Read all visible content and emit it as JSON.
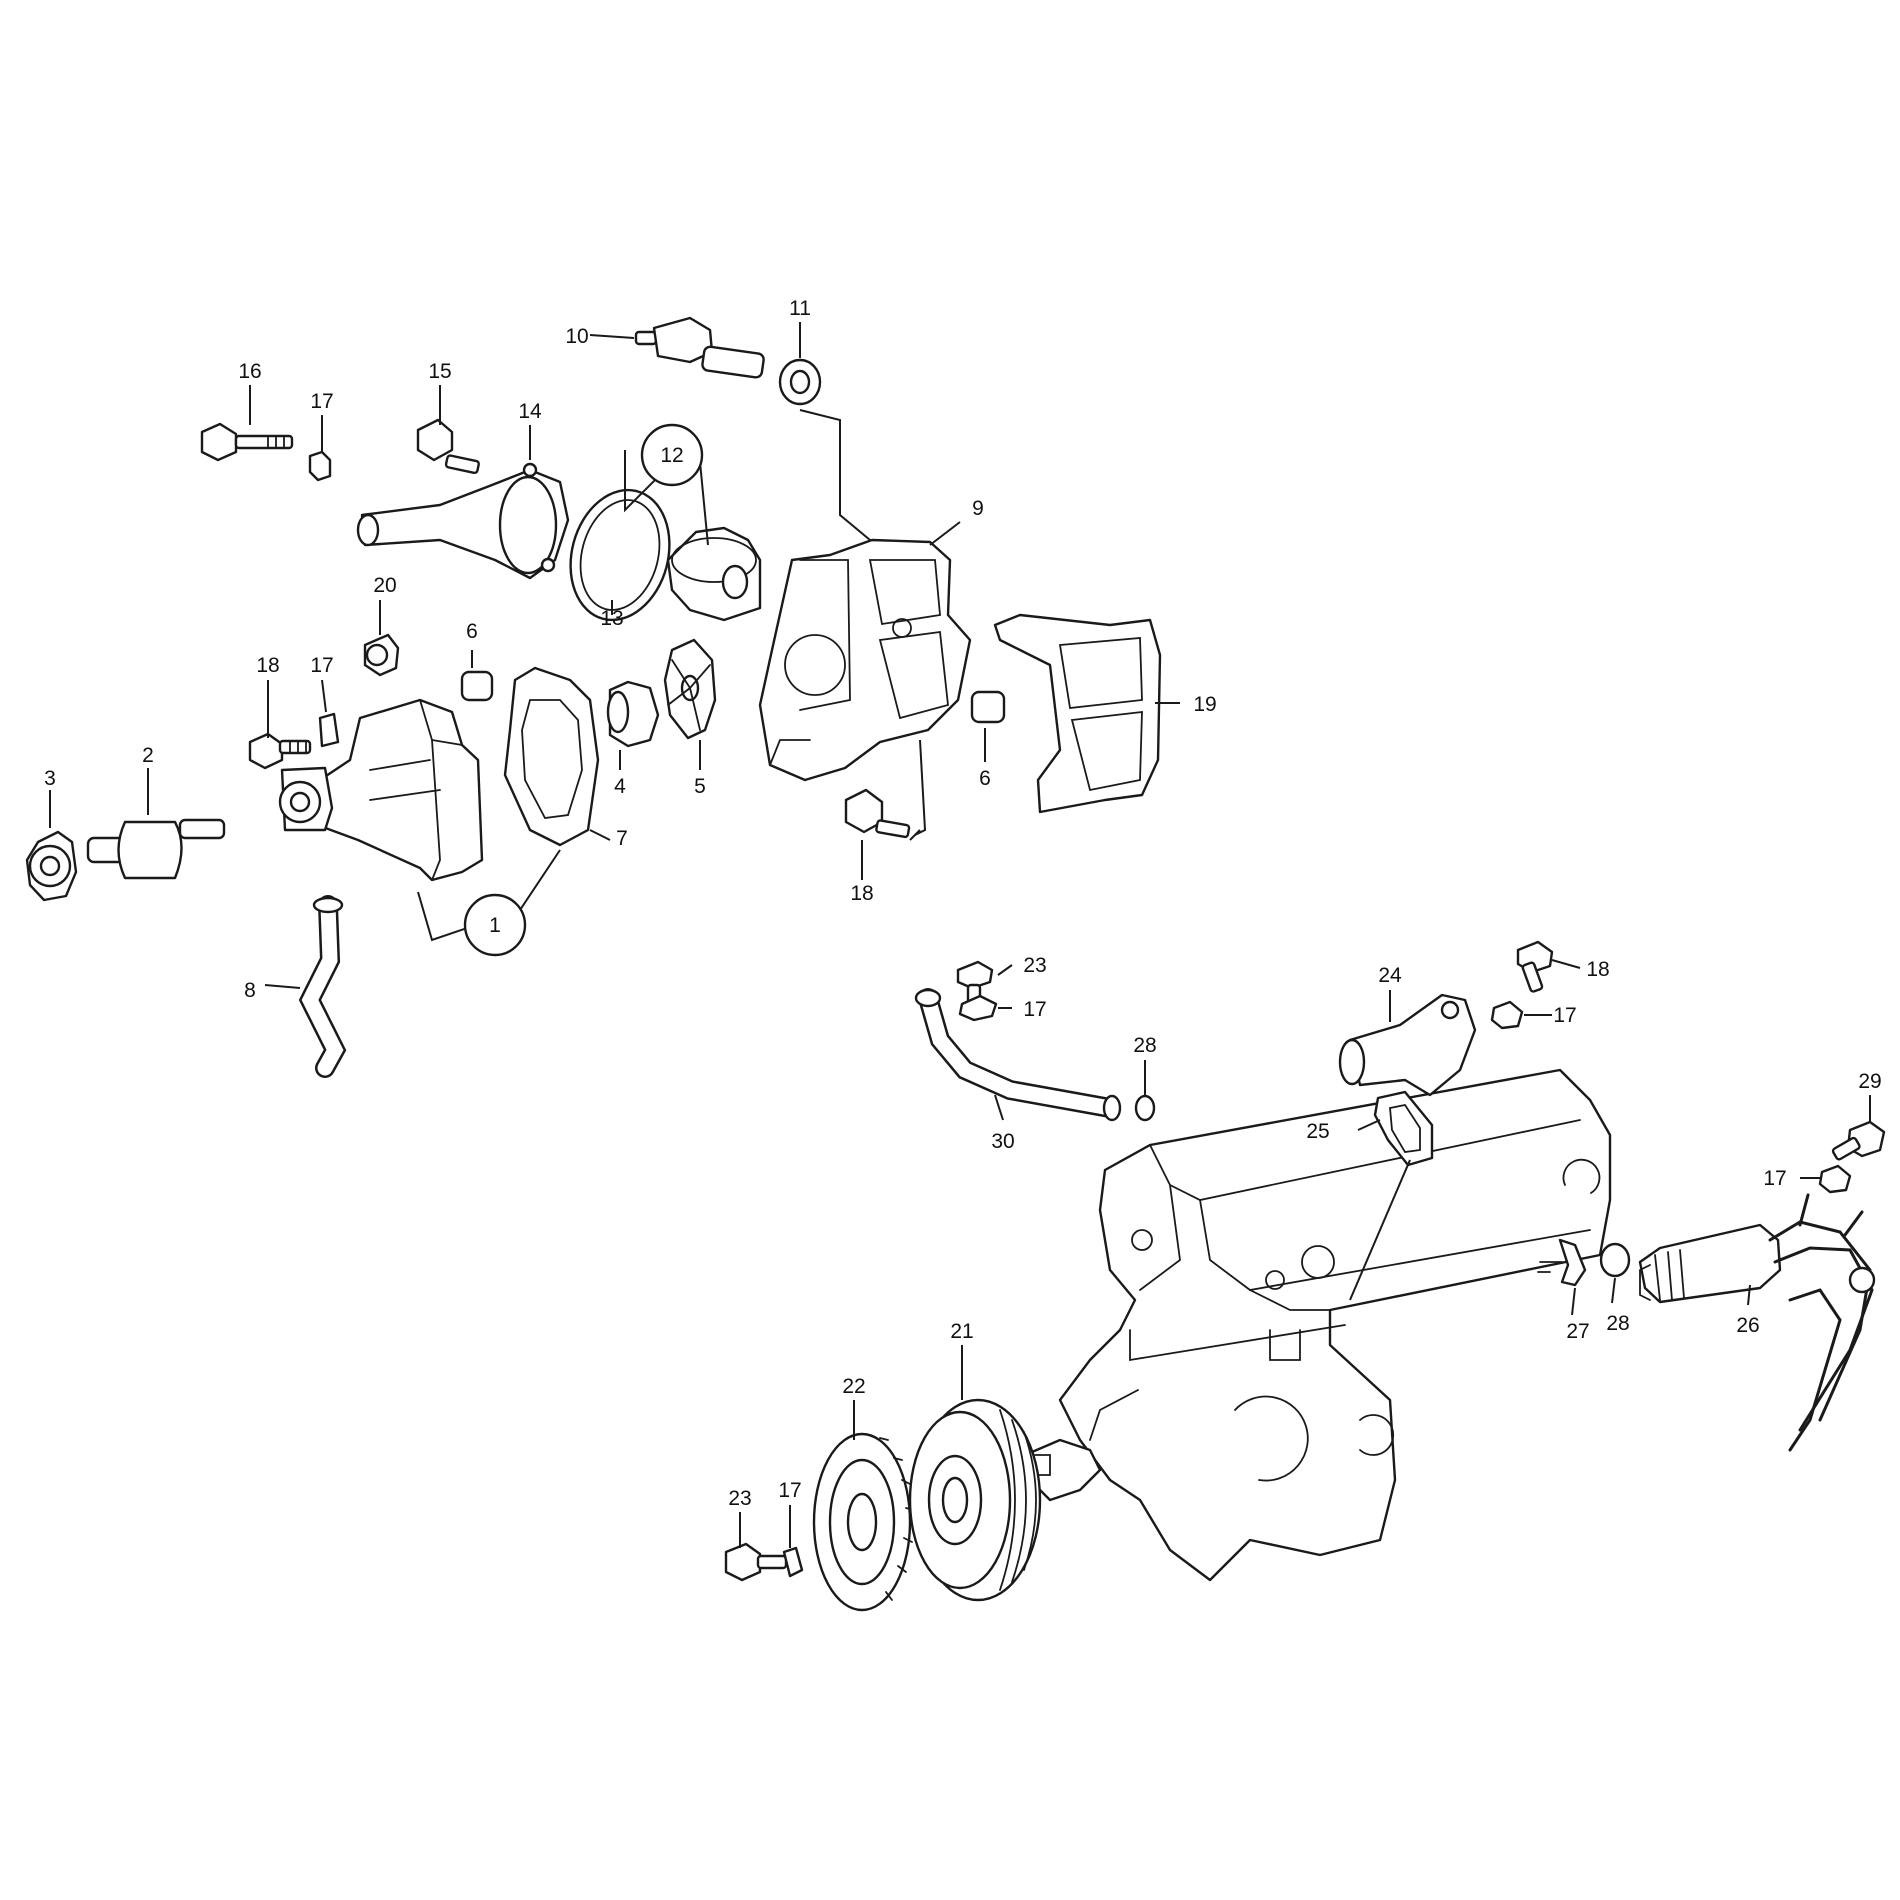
{
  "callouts": {
    "c1": "1",
    "c2": "2",
    "c3": "3",
    "c4": "4",
    "c5": "5",
    "c6a": "6",
    "c6b": "6",
    "c7": "7",
    "c8": "8",
    "c9": "9",
    "c10": "10",
    "c11": "11",
    "c12": "12",
    "c13": "13",
    "c14": "14",
    "c15": "15",
    "c16": "16",
    "c17a": "17",
    "c17b": "17",
    "c17c": "17",
    "c17d": "17",
    "c17e": "17",
    "c17f": "17",
    "c18a": "18",
    "c18b": "18",
    "c18c": "18",
    "c19": "19",
    "c20": "20",
    "c21": "21",
    "c22": "22",
    "c23a": "23",
    "c23b": "23",
    "c24": "24",
    "c25": "25",
    "c26": "26",
    "c27": "27",
    "c28a": "28",
    "c28b": "28",
    "c29": "29",
    "c30": "30"
  }
}
